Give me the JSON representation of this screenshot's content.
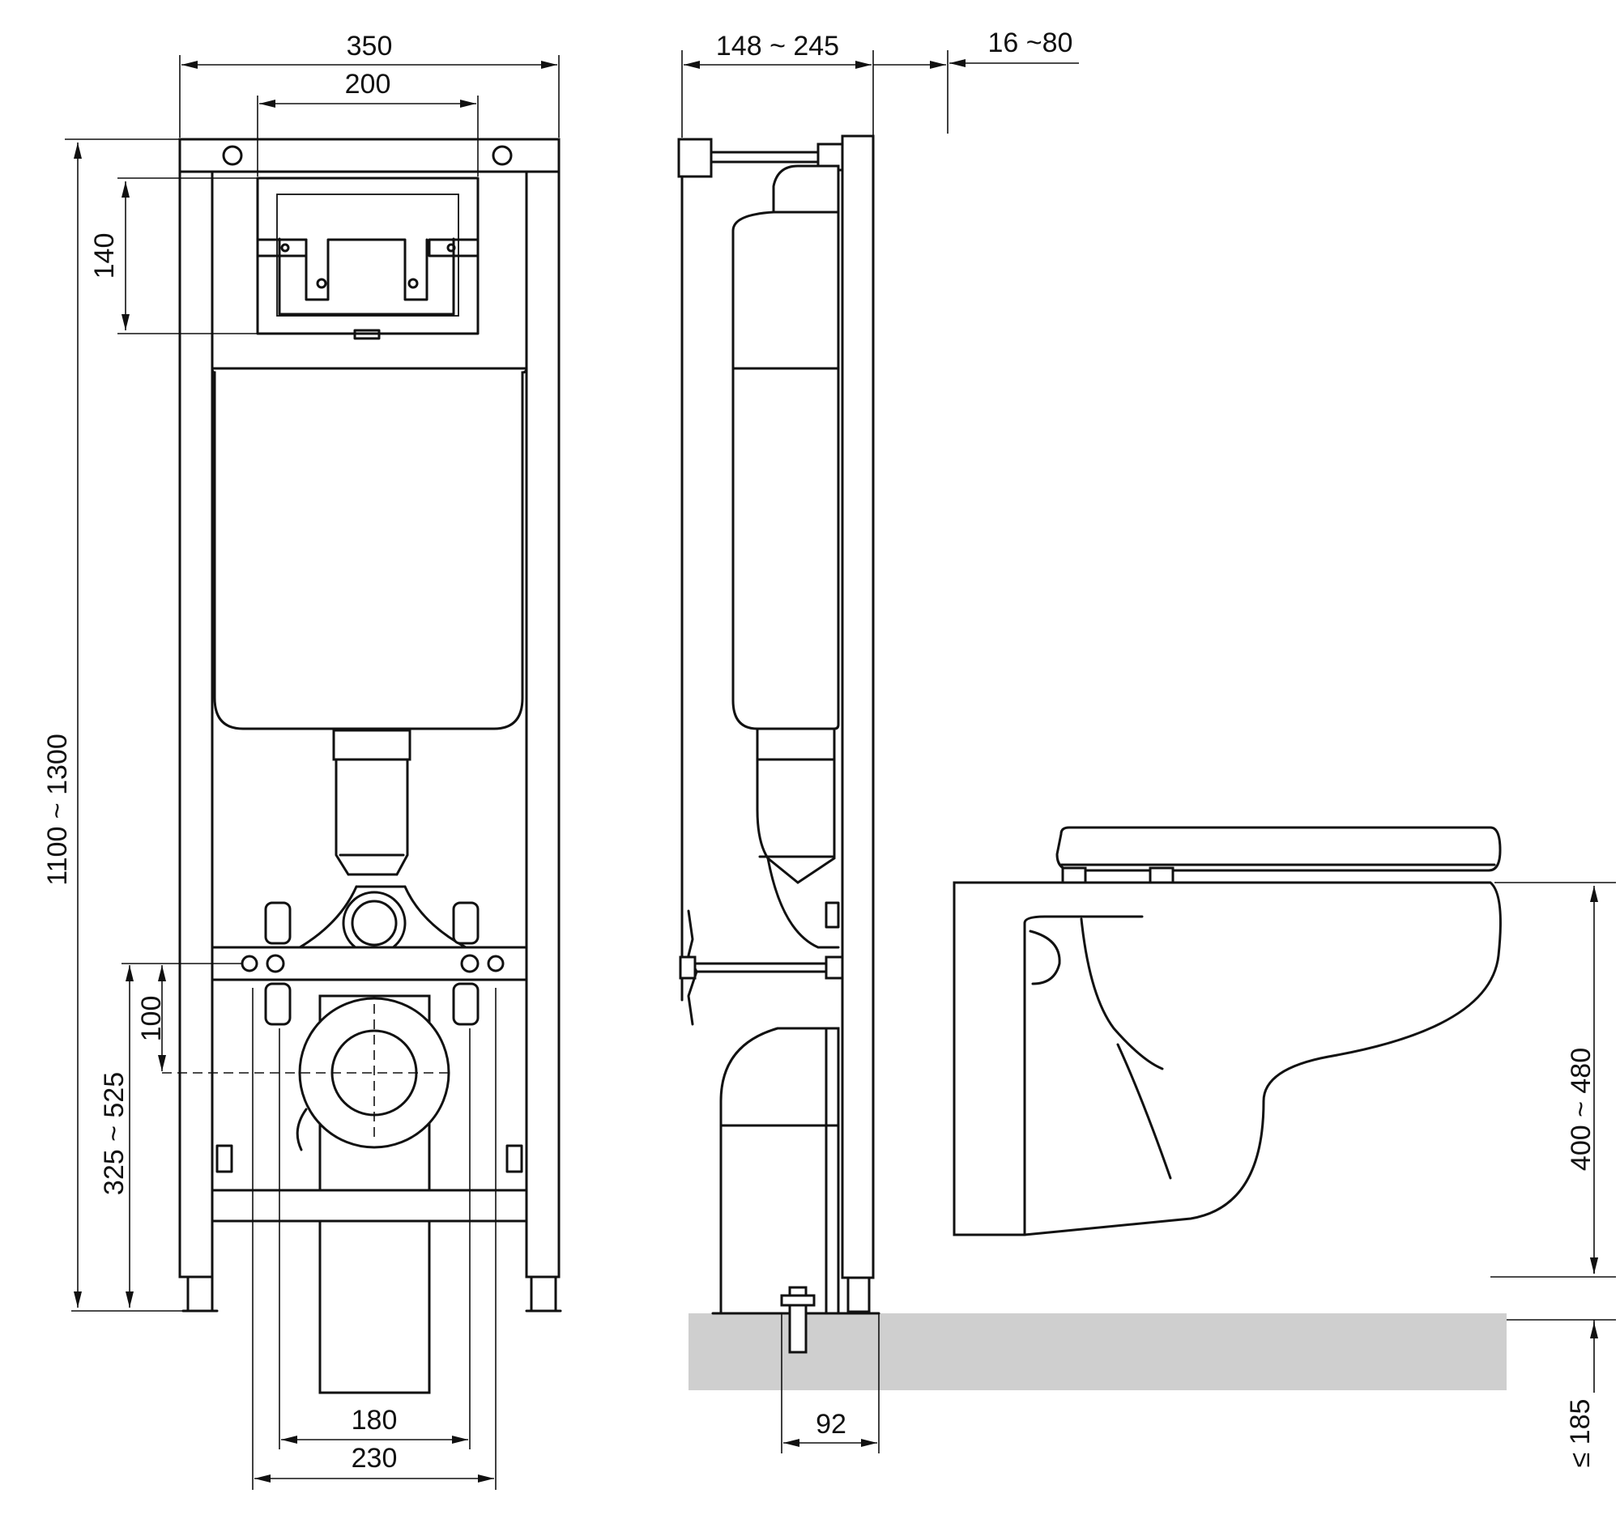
{
  "front": {
    "width_total": "350",
    "width_plate": "200",
    "height_total": "1100 ~ 1300",
    "height_plate": "140",
    "height_pipe": "100",
    "height_outlet": "325 ~ 525",
    "width_bottom_inner": "180",
    "width_bottom_outer": "230"
  },
  "side": {
    "depth_frame": "148 ~ 245",
    "wall_thickness": "16 ~80",
    "foot_depth": "92"
  },
  "bowl": {
    "seat_height": "400 ~ 480",
    "floor_depth": "≤ 185"
  }
}
